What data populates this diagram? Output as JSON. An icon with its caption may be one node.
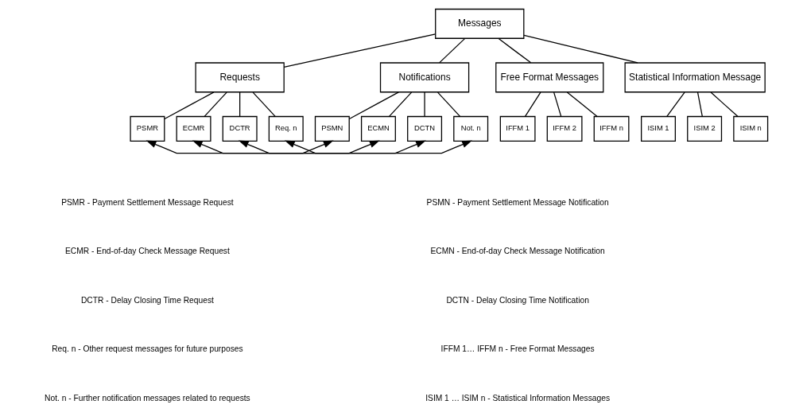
{
  "diagram": {
    "nodes": [
      {
        "text": [
          "Messages"
        ]
      },
      {
        "text": [
          "Requests"
        ]
      },
      {
        "text": [
          "Notifications"
        ]
      },
      {
        "text": [
          "Free Format Messages"
        ]
      },
      {
        "text": [
          "Statistical Information Message"
        ]
      },
      {
        "text": [
          "PSMR"
        ]
      },
      {
        "text": [
          "ECMR"
        ]
      },
      {
        "text": [
          "DCTR"
        ]
      },
      {
        "text": [
          "Req. n"
        ]
      },
      {
        "text": [
          "PSMN"
        ]
      },
      {
        "text": [
          "ECMN"
        ]
      },
      {
        "text": [
          "DCTN"
        ]
      },
      {
        "text": [
          "Not. n"
        ]
      },
      {
        "text": [
          "IFFM 1"
        ]
      },
      {
        "text": [
          "IFFM 2"
        ]
      },
      {
        "text": [
          "IFFM n"
        ]
      },
      {
        "text": [
          "ISIM 1"
        ]
      },
      {
        "text": [
          "ISIM 2"
        ]
      },
      {
        "text": [
          "ISIM n"
        ]
      }
    ],
    "edges": [
      {
        "from": 0,
        "to": 1,
        "arrow": "none"
      },
      {
        "from": 0,
        "to": 2,
        "arrow": "none"
      },
      {
        "from": 0,
        "to": 3,
        "arrow": "none"
      },
      {
        "from": 0,
        "to": 4,
        "arrow": "none"
      },
      {
        "from": 1,
        "to": 5,
        "arrow": "none"
      },
      {
        "from": 1,
        "to": 6,
        "arrow": "none"
      },
      {
        "from": 1,
        "to": 7,
        "arrow": "none"
      },
      {
        "from": 1,
        "to": 8,
        "arrow": "none"
      },
      {
        "from": 2,
        "to": 9,
        "arrow": "none"
      },
      {
        "from": 2,
        "to": 10,
        "arrow": "none"
      },
      {
        "from": 2,
        "to": 11,
        "arrow": "none"
      },
      {
        "from": 2,
        "to": 12,
        "arrow": "none"
      },
      {
        "from": 3,
        "to": 13,
        "arrow": "none"
      },
      {
        "from": 3,
        "to": 14,
        "arrow": "none"
      },
      {
        "from": 3,
        "to": 15,
        "arrow": "none"
      },
      {
        "from": 4,
        "to": 16,
        "arrow": "none"
      },
      {
        "from": 4,
        "to": 17,
        "arrow": "none"
      },
      {
        "from": 4,
        "to": 18,
        "arrow": "none"
      },
      {
        "from": 5,
        "to": 9,
        "arrow": "both"
      },
      {
        "from": 6,
        "to": 10,
        "arrow": "both"
      },
      {
        "from": 7,
        "to": 11,
        "arrow": "both"
      },
      {
        "from": 8,
        "to": 12,
        "arrow": "both"
      }
    ],
    "labels": [
      "PSMR - Payment Settlement Message Request",
      "ECMR - End-of-day Check Message Request",
      "DCTR - Delay Closing Time Request",
      "Req. n - Other request messages for future purposes",
      "Not. n - Further notification messages related to requests",
      "PSMN - Payment Settlement Message Notification",
      "ECMN - End-of-day Check Message Notification",
      "DCTN - Delay Closing Time Notification",
      "IFFM 1… IFFM n - Free Format Messages",
      "ISIM 1 … ISIM n - Statistical Information Messages"
    ]
  }
}
